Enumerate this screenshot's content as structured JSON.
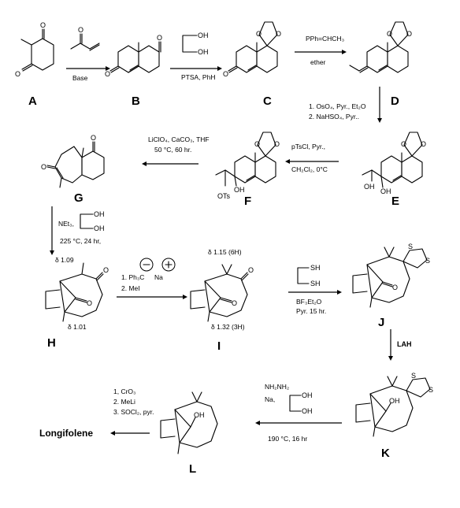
{
  "compounds": {
    "A": "A",
    "B": "B",
    "C": "C",
    "D": "D",
    "E": "E",
    "F": "F",
    "G": "G",
    "H": "H",
    "I": "I",
    "J": "J",
    "K": "K",
    "L": "L"
  },
  "product": "Longifolene",
  "reagents": {
    "ab": "Base",
    "bc": "PTSA, PhH",
    "cd_1": "PPh=CHCH₃",
    "cd_2": "ether",
    "de_1": "1. OsO₄, Pyr., Et₂O",
    "de_2": "2. NaHSO₄, Pyr..",
    "ef_1": "pTsCl, Pyr.,",
    "ef_2": "CH₂Cl₂, 0°C",
    "fg_1": "LiClO₄, CaCO₃, THF",
    "fg_2": "50 °C, 60 hr.",
    "gh_1": "NEt₃,",
    "gh_2": "225 °C, 24 hr,",
    "hi_1": "1. Ph₃C",
    "hi_na": "Na",
    "hi_2": "2. MeI",
    "ij_1": "BF₃Et₂O",
    "ij_2": "Pyr. 15 hr.",
    "jk": "LAH",
    "kl_1": "NH₂NH₂",
    "kl_2": "Na,",
    "kl_3": "190 °C, 16 hr",
    "lp_1": "1, CrO₃",
    "lp_2": "2. MeLi",
    "lp_3": "3. SOCl₂, pyr."
  },
  "atoms": {
    "oh": "OH",
    "ots": "OTs",
    "sh": "SH",
    "s": "S"
  },
  "nmr": {
    "h_top": "δ 1.09",
    "h_bottom": "δ 1.01",
    "i_top": "δ 1.15 (6H)",
    "i_bottom": "δ 1.32 (3H)"
  }
}
